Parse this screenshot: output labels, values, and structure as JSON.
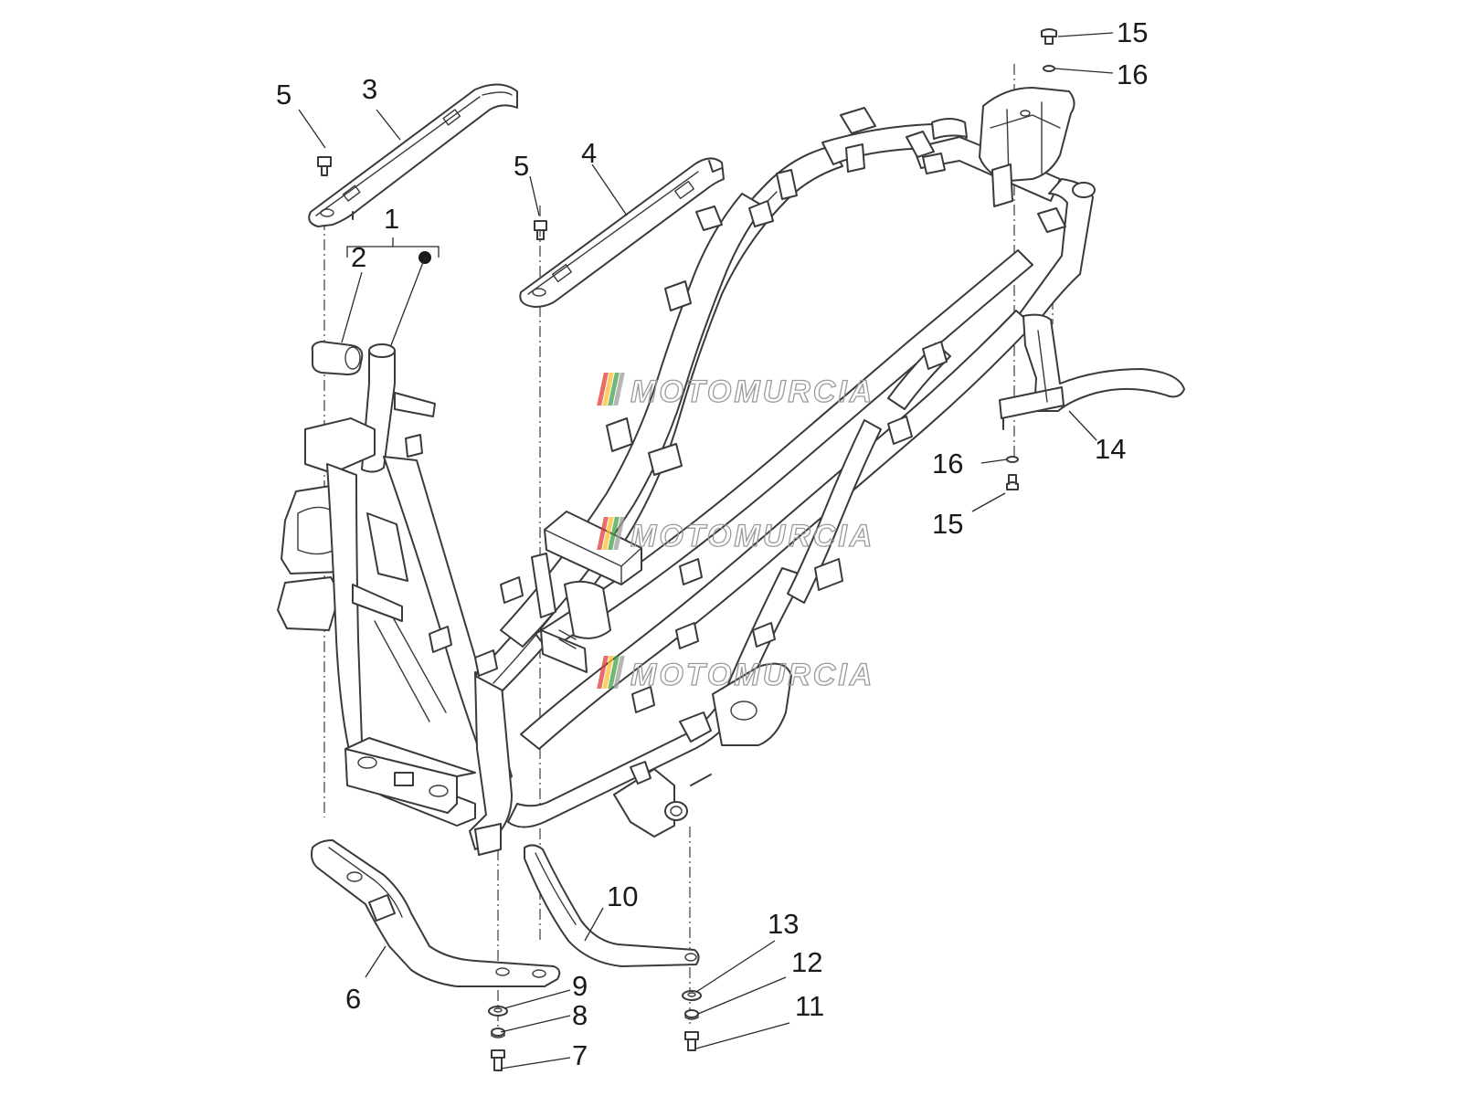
{
  "watermark": {
    "text": "MOTOMURCIA",
    "colors": [
      "#e53935",
      "#fbc02d",
      "#43a047",
      "#9e9e9e"
    ]
  },
  "callouts": {
    "c1": "1",
    "c2": "2",
    "c3": "3",
    "c4": "4",
    "c5a": "5",
    "c5b": "5",
    "c6": "6",
    "c7": "7",
    "c8": "8",
    "c9": "9",
    "c10": "10",
    "c11": "11",
    "c12": "12",
    "c13": "13",
    "c14": "14",
    "c15a": "15",
    "c15b": "15",
    "c16a": "16",
    "c16b": "16"
  },
  "colors": {
    "line": "#3a3a3a",
    "background": "#ffffff"
  }
}
